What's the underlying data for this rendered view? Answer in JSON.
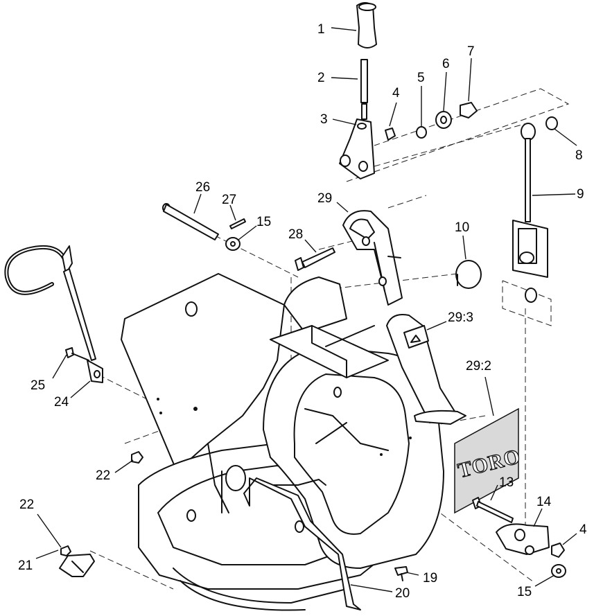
{
  "callouts": {
    "c1": "1",
    "c2": "2",
    "c3": "3",
    "c4a": "4",
    "c5": "5",
    "c6": "6",
    "c7": "7",
    "c8": "8",
    "c9": "9",
    "c10": "10",
    "c13": "13",
    "c14": "14",
    "c4b": "4",
    "c15a": "15",
    "c15b": "15",
    "c19": "19",
    "c20": "20",
    "c21": "21",
    "c22a": "22",
    "c22b": "22",
    "c24": "24",
    "c25": "25",
    "c26": "26",
    "c27": "27",
    "c28": "28",
    "c29": "29",
    "c29_3": "29:3",
    "c29_2": "29:2"
  },
  "decal": {
    "brand": "TORO"
  }
}
